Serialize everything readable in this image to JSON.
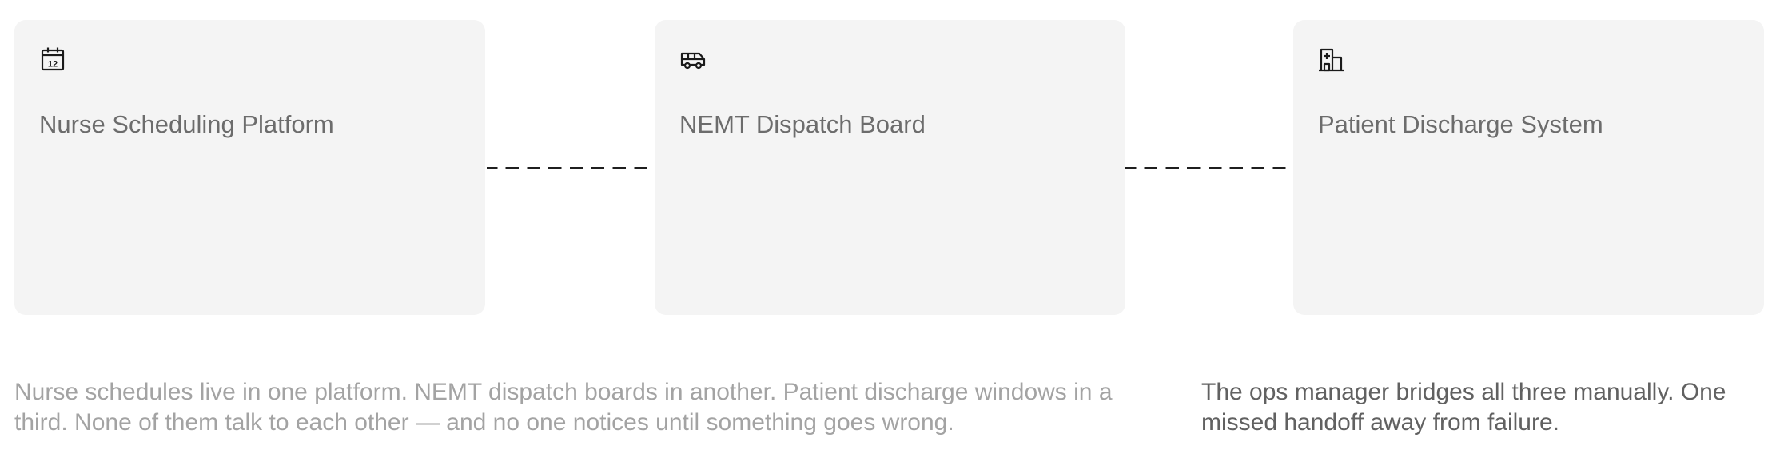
{
  "cards": [
    {
      "icon": "calendar-icon",
      "icon_text": "12",
      "title": "Nurse Scheduling Platform"
    },
    {
      "icon": "van-icon",
      "title": "NEMT Dispatch Board"
    },
    {
      "icon": "hospital-icon",
      "title": "Patient Discharge System"
    }
  ],
  "captions": {
    "left": "Nurse schedules live in one platform. NEMT dispatch boards in another. Patient discharge windows in a third. None of them talk to each other — and no one notices until something goes wrong.",
    "right": "The ops manager bridges all three manually. One missed handoff away from failure."
  },
  "colors": {
    "card_background": "#f4f4f4",
    "connector": "#1f1f1f",
    "caption_muted": "#a3a3a3",
    "caption_emphasis": "#616161"
  }
}
